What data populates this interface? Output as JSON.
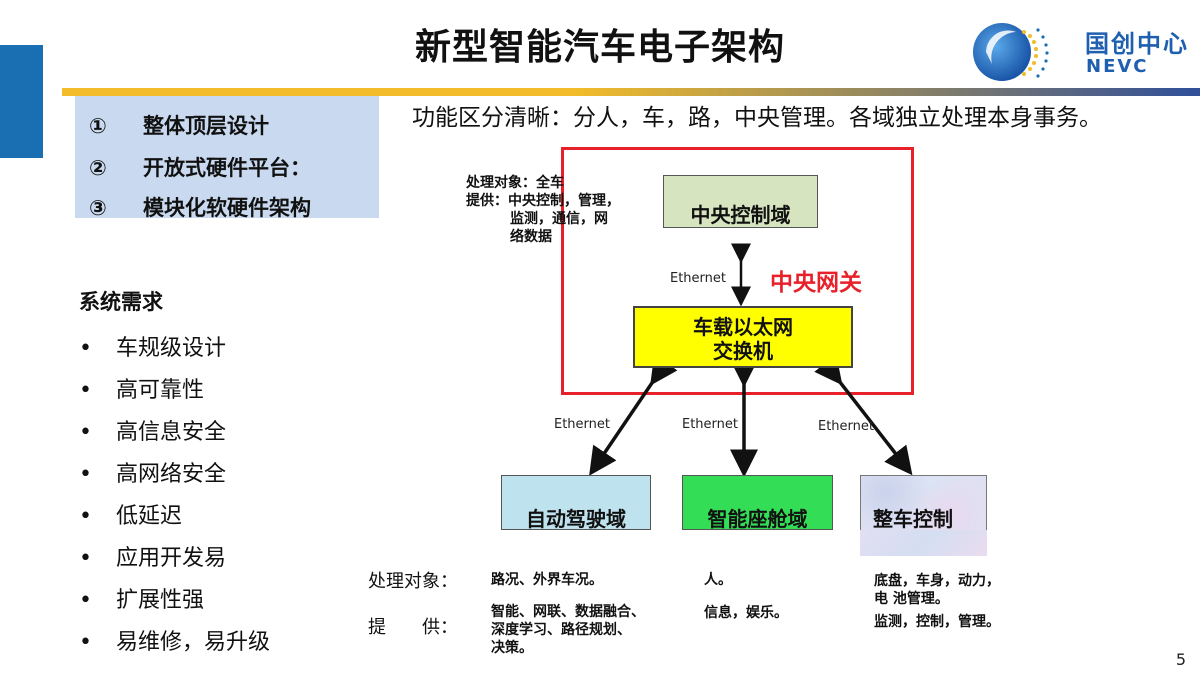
{
  "slide": {
    "title": "新型智能汽车电子架构",
    "page_number": "5",
    "logo": {
      "cn": "国创中心",
      "en": "NEVC"
    }
  },
  "principles": [
    {
      "num": "①",
      "text": "整体顶层设计"
    },
    {
      "num": "②",
      "text": "开放式硬件平台："
    },
    {
      "num": "③",
      "text": "模块化软硬件架构"
    }
  ],
  "functional_text": "功能区分清晰：分人，车，路，中央管理。各域独立处理本身事务。",
  "requirements": {
    "title": "系统需求",
    "bullet": "•",
    "items": [
      "车规级设计",
      "高可靠性",
      "高信息安全",
      "高网络安全",
      "低延迟",
      "应用开发易",
      "扩展性强",
      "易维修，易升级"
    ]
  },
  "diagram": {
    "central_note": [
      "处理对象：全车",
      "提供：中央控制，管理，",
      "监测，通信，网",
      "络数据"
    ],
    "central_domain": "中央控制域",
    "gateway_label": "中央网关",
    "switch": [
      "车载以太网",
      "交换机"
    ],
    "ethernet": "Ethernet",
    "domains": {
      "adas": "自动驾驶域",
      "cockpit": "智能座舱域",
      "body": "整车控制"
    },
    "row_labels": {
      "object": "处理对象：",
      "provide": "提　　供："
    },
    "adas_object": "路况、外界车况。",
    "adas_provide": [
      "智能、网联、数据融合、",
      "深度学习、路径规划、",
      "决策。"
    ],
    "cockpit_object": "人。",
    "cockpit_provide": "信息，娱乐。",
    "body_object": [
      "底盘，车身，动力，",
      "电 池管理。"
    ],
    "body_provide": "监测，控制，管理。"
  },
  "colors": {
    "accent_blue": "#1a6fb3",
    "gateway_red": "#e8202a",
    "switch_yellow": "#ffff00",
    "cockpit_green": "#33dd55",
    "adas_blue": "#bfe3ee",
    "central_green": "#d6e4bf",
    "principles_bg": "#c9daf0"
  }
}
